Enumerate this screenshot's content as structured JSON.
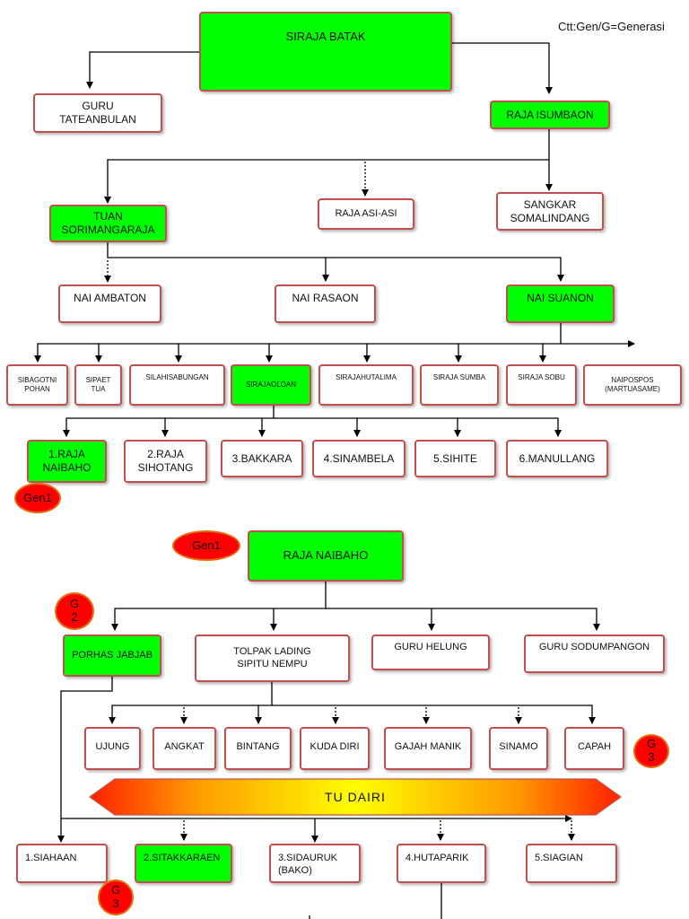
{
  "note": "Ctt:Gen/G=Generasi",
  "nodes": {
    "siraja_batak": "SIRAJA BATAK",
    "guru_tateanbulan": "GURU\nTATEANBULAN",
    "raja_isumbaon": "RAJA ISUMBAON",
    "tuan_sorimangaraja": "TUAN\nSORIMANGARAJA",
    "raja_asi_asi": "RAJA ASI-ASI",
    "sangkar_somalindang": "SANGKAR\nSOMALINDANG",
    "nai_ambaton": "NAI AMBATON",
    "nai_rasaon": "NAI RASAON",
    "nai_suanon": "NAI SUANON",
    "sibagotni_pohan": "SIBAGOTNI\nPOHAN",
    "sipaet_tua": "SIPAET\nTUA",
    "silahisabungan": "SILAHISABUNGAN",
    "sirajaoloan": "SIRAJAOLOAN",
    "sirajahutalima": "SIRAJAHUTALIMA",
    "siraja_sumba": "SIRAJA SUMBA",
    "siraja_sobu": "SIRAJA SOBU",
    "naipospos": "NAIPOSPOS\n(MARTUASAME)",
    "raja_naibaho_1": "1.RAJA\nNAIBAHO",
    "raja_sihotang": "2.RAJA\nSIHOTANG",
    "bakkara": "3.BAKKARA",
    "sinambela": "4.SINAMBELA",
    "sihite": "5.SIHITE",
    "manullang": "6.MANULLANG",
    "raja_naibaho": "RAJA NAIBAHO",
    "porhas_jabjab": "PORHAS JABJAB",
    "tolpak_lading": "TOLPAK LADING\nSIPITU NEMPU",
    "guru_helung": "GURU HELUNG",
    "guru_sodumpangon": "GURU SODUMPANGON",
    "ujung": "UJUNG",
    "angkat": "ANGKAT",
    "bintang": "BINTANG",
    "kuda_diri": "KUDA DIRI",
    "gajah_manik": "GAJAH MANIK",
    "sinamo": "SINAMO",
    "capah": "CAPAH",
    "siahaan": "1.SIAHAAN",
    "sitakkaraen": "2.SITAKKARAEN",
    "sidauruk": "3.SIDAURUK\n(BAKO)",
    "hutaparik": "4.HUTAPARIK",
    "siagian": "5.SIAGIAN"
  },
  "badges": {
    "gen1_a": "Gen1",
    "gen1_b": "Gen1",
    "g2": "G\n2",
    "g3_a": "G\n3",
    "g3_b": "G\n3"
  },
  "banner": "TU  DAIRI",
  "colors": {
    "highlight_fill": "#00ff00",
    "box_border": "#c0504d",
    "badge_fill": "#ff0000",
    "badge_border": "#e46c0a",
    "banner_gradient": [
      "#ff0000",
      "#ffff00",
      "#ff0000"
    ]
  }
}
